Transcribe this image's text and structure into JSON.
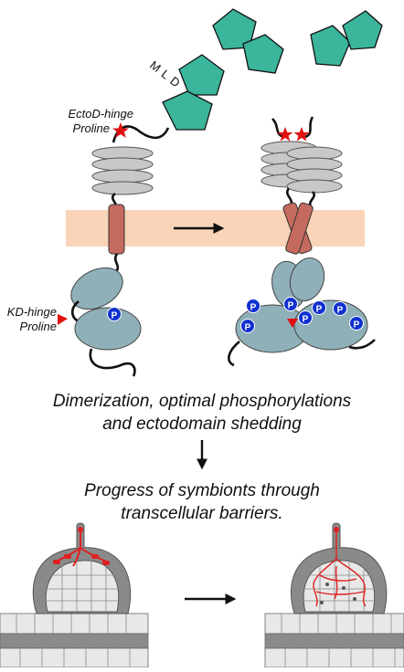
{
  "labels": {
    "mld": "MLD",
    "ectod_hinge_line1": "EctoD-hinge",
    "ectod_hinge_line2": "Proline",
    "kd_hinge_line1": "KD-hinge",
    "kd_hinge_line2": "Proline",
    "phospho": "P"
  },
  "captions": {
    "dimerization_line1": "Dimerization, optimal phosphorylations",
    "dimerization_line2": "and ectodomain shedding",
    "progress_line1": "Progress of symbionts through",
    "progress_line2": "transcellular barriers."
  },
  "colors": {
    "mld_domain": "#3bb59c",
    "ectodomain": "#c8c8c8",
    "membrane": "#f9d4b8",
    "transmembrane_helix": "#c46a5e",
    "kinase_domain": "#8fb0b8",
    "phospho_badge": "#1030d0",
    "proline_marker": "#e01010",
    "infection_thread": "#e02020",
    "cell_light": "#e8e8e8",
    "cell_dark": "#8a8a8a"
  }
}
